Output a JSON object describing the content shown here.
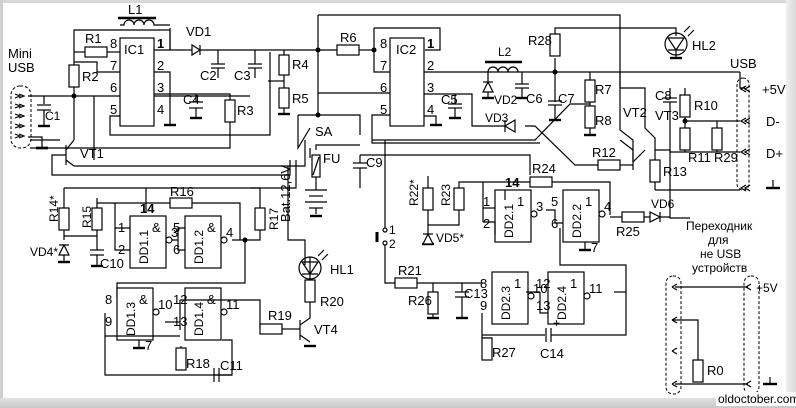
{
  "watermark": "oldoctober.com",
  "connectors": {
    "mini_usb": [
      "Mini",
      "USB"
    ],
    "usb": "USB",
    "usb_pins": [
      "+5V",
      "D-",
      "D+"
    ],
    "adapter_title": [
      "Переходник",
      "для",
      "не USB",
      "устройств"
    ],
    "adapter_pin": "+5V"
  },
  "ics": {
    "ic1": {
      "name": "IC1",
      "pins": [
        "8",
        "7",
        "6",
        "5",
        "1",
        "2",
        "3",
        "4"
      ]
    },
    "ic2": {
      "name": "IC2",
      "pins": [
        "8",
        "7",
        "6",
        "5",
        "1",
        "2",
        "3",
        "4"
      ]
    }
  },
  "gates": [
    {
      "name": "DD1.1",
      "sym": "&",
      "in": [
        "1",
        "2"
      ],
      "out": "3",
      "pwr": "14"
    },
    {
      "name": "DD1.2",
      "sym": "&",
      "in": [
        "5",
        "6"
      ],
      "out": "4"
    },
    {
      "name": "DD1.3",
      "sym": "&",
      "in": [
        "8",
        "9"
      ],
      "out": "10",
      "gnd": "7"
    },
    {
      "name": "DD1.4",
      "sym": "&",
      "in": [
        "12",
        "13"
      ],
      "out": "11"
    },
    {
      "name": "DD2.1",
      "sym": "1",
      "in": [
        "1",
        "2"
      ],
      "out": "3",
      "pwr": "14"
    },
    {
      "name": "DD2.2",
      "sym": "1",
      "in": [
        "5",
        "6"
      ],
      "out": "4",
      "gnd": "7"
    },
    {
      "name": "DD2.3",
      "sym": "1",
      "in": [
        "8",
        "9"
      ],
      "out": "10"
    },
    {
      "name": "DD2.4",
      "sym": "1",
      "in": [
        "12",
        "13"
      ],
      "out": "11"
    }
  ],
  "components": {
    "inductors": [
      "L1",
      "L2"
    ],
    "diodes": [
      "VD1",
      "VD2",
      "VD3",
      "VD4*",
      "VD5*",
      "VD6"
    ],
    "leds": [
      "HL1",
      "HL2"
    ],
    "transistors": [
      "VT1",
      "VT2",
      "VT3",
      "VT4"
    ],
    "capacitors": [
      "C1",
      "C2",
      "C3",
      "C4",
      "C5",
      "C6",
      "C7",
      "C8",
      "C9",
      "C10",
      "C11",
      "C13",
      "C14"
    ],
    "resistors": [
      "R0",
      "R1",
      "R2",
      "R3",
      "R4",
      "R5",
      "R6",
      "R7",
      "R8",
      "R10",
      "R11",
      "R12",
      "R13",
      "R14*",
      "R15",
      "R16",
      "R17",
      "R18",
      "R19",
      "R20",
      "R21",
      "R22*",
      "R23",
      "R24",
      "R25",
      "R26",
      "R27",
      "R28",
      "R29"
    ],
    "switch": "SA",
    "fuse": "FU",
    "battery": "Bat.12,6V",
    "button_pins": [
      "1",
      "2"
    ]
  }
}
